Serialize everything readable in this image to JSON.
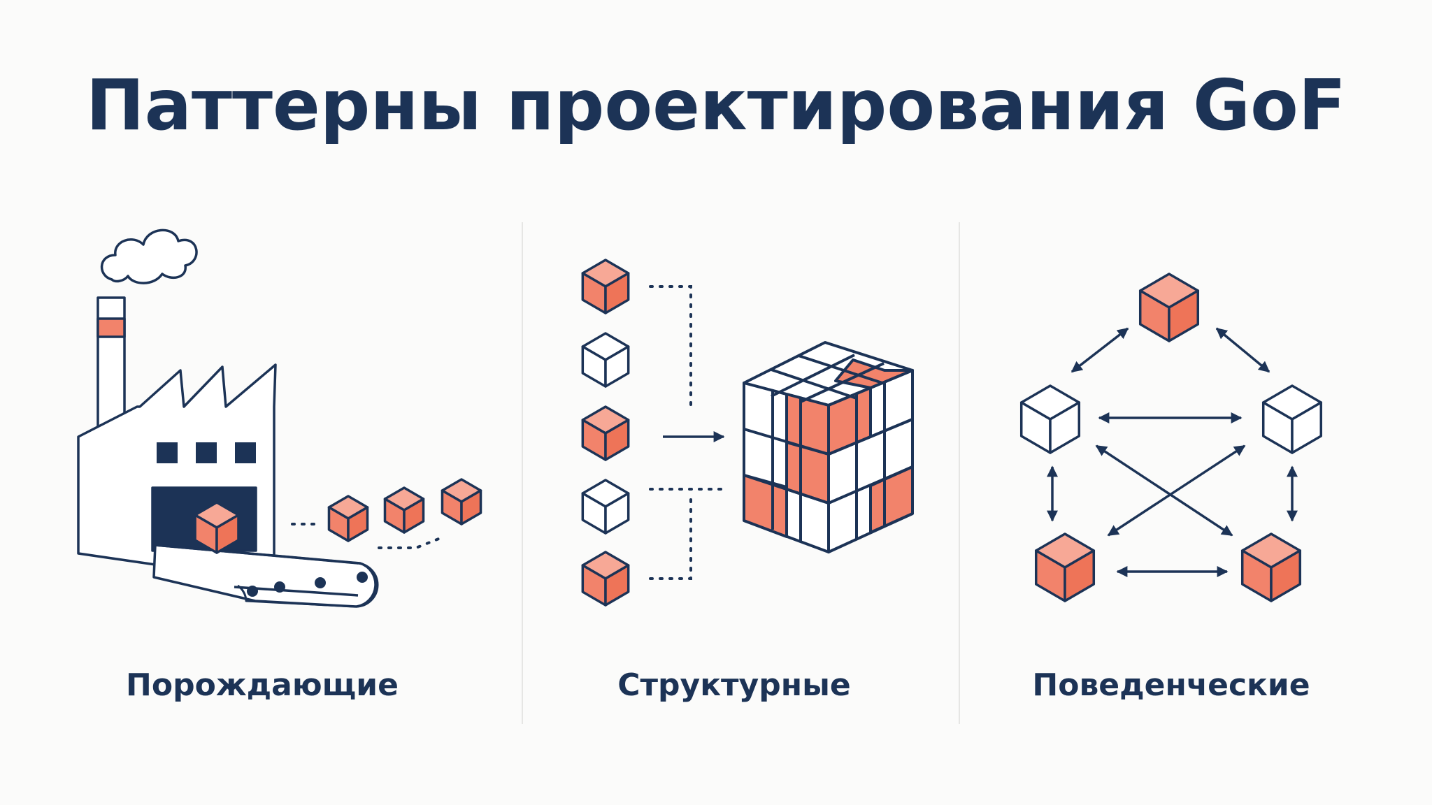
{
  "title": "Паттерны проектирования GoF",
  "categories": [
    {
      "label": "Порождающие",
      "icon": "factory-icon"
    },
    {
      "label": "Структурные",
      "icon": "composite-cube-icon"
    },
    {
      "label": "Поведенческие",
      "icon": "object-network-icon"
    }
  ],
  "colors": {
    "accent": "#f2836b",
    "navy": "#1c3356",
    "background": "#fbfbfa"
  }
}
